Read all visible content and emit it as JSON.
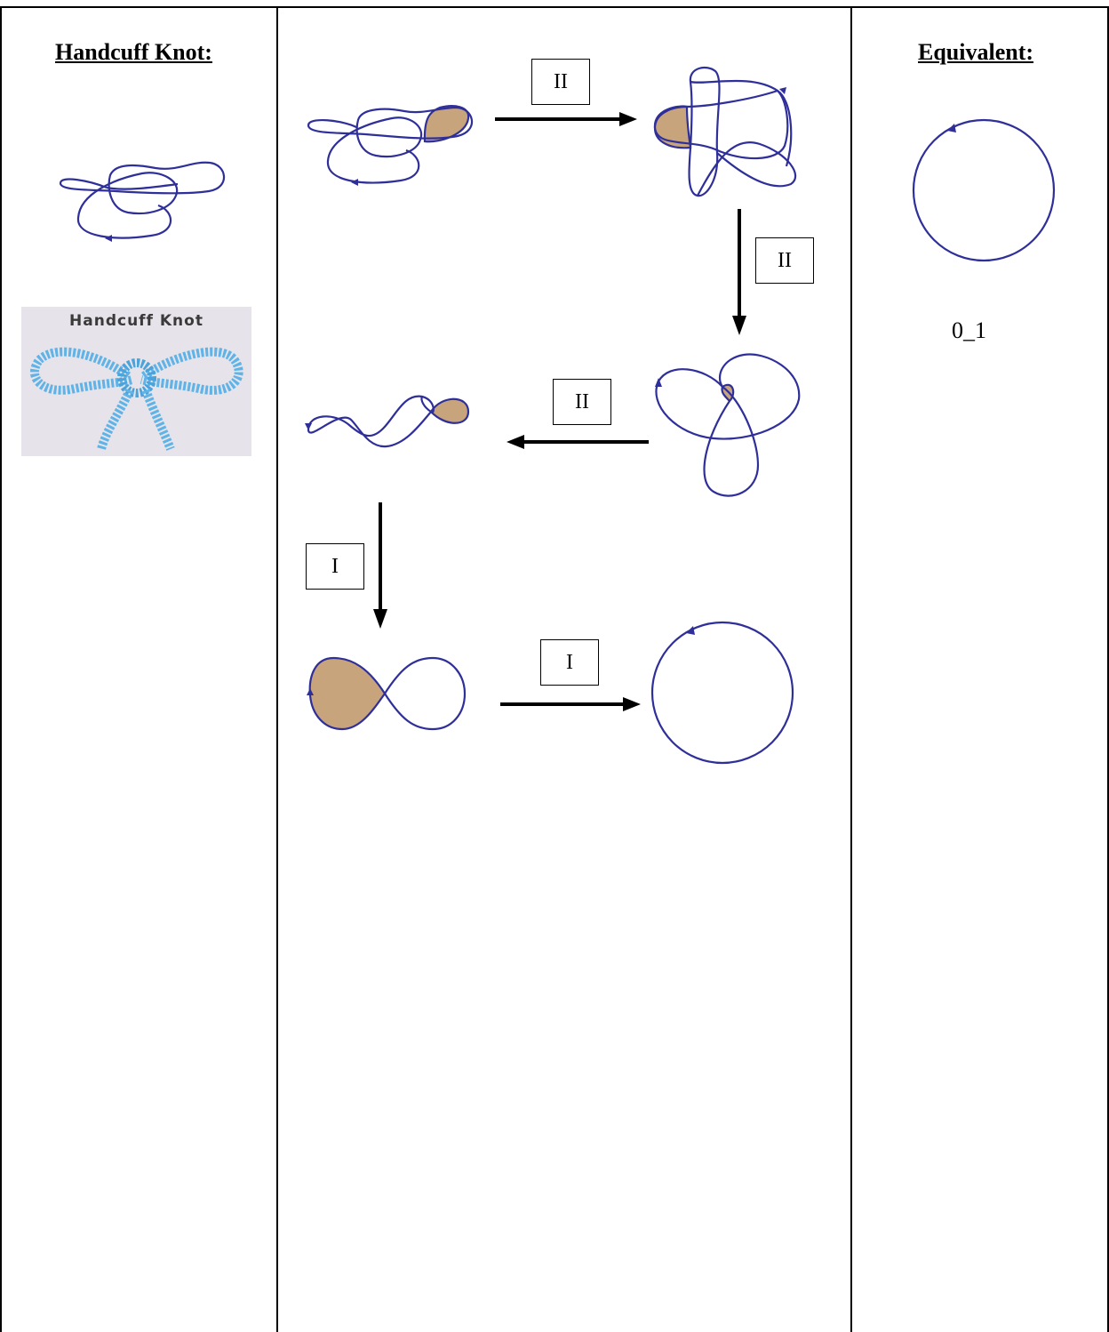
{
  "left_column": {
    "heading": "Handcuff Knot:",
    "photo_title": "Handcuff Knot"
  },
  "right_column": {
    "heading": "Equivalent:",
    "knot_name": "0_1"
  },
  "moves": {
    "move1": "II",
    "move2": "II",
    "move3": "II",
    "move4": "I",
    "move5": "I"
  },
  "colors": {
    "strand": "#2f2f9a",
    "shaded_region": "#c8a47c",
    "rope": "#5fb3e6"
  }
}
